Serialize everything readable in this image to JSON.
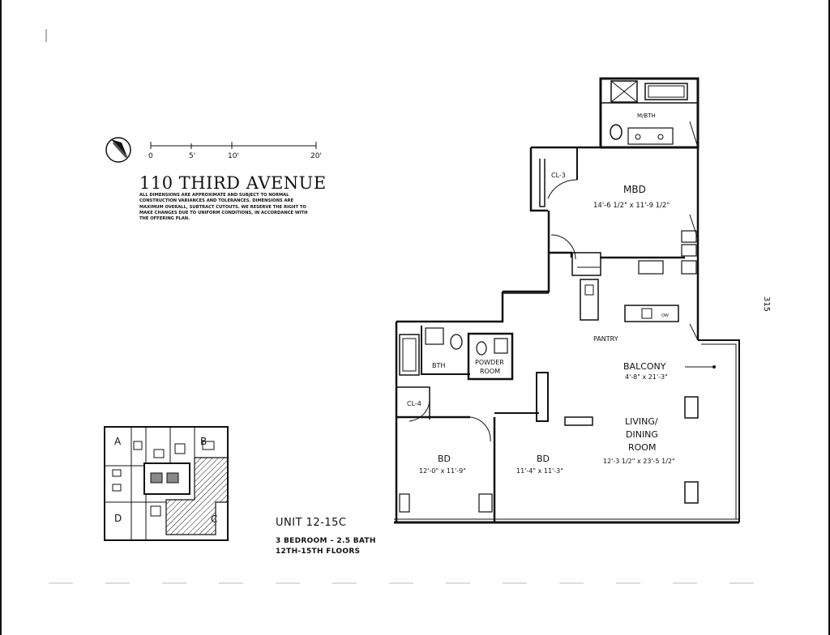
{
  "building": {
    "title": "110 THIRD AVENUE",
    "disclaimer": "ALL DIMENSIONS ARE APPROXIMATE AND SUBJECT TO NORMAL CONSTRUCTION VARIANCES AND TOLERANCES. DIMENSIONS ARE MAXIMUM OVERALL, SUBTRACT CUTOUTS. WE RESERVE THE RIGHT TO MAKE CHANGES DUE TO UNIFORM CONDITIONS, IN ACCORDANCE WITH THE OFFERING PLAN."
  },
  "scale": {
    "ticks": [
      "0",
      "5'",
      "10'",
      "20'"
    ]
  },
  "unit": {
    "name": "UNIT 12-15C",
    "bedrooms": "3 BEDROOM – 2.5 BATH",
    "floors": "12TH-15TH FLOORS"
  },
  "page_number": "315",
  "key_plan": {
    "labels": [
      "A",
      "B",
      "C",
      "D"
    ]
  },
  "rooms": {
    "mbath": {
      "name": "M/BTH"
    },
    "cl3": {
      "name": "CL-3"
    },
    "mbd": {
      "name": "MBD",
      "dim": "14'-6 1/2\" x 11'-9 1/2\""
    },
    "pantry": {
      "name": "PANTRY"
    },
    "bth": {
      "name": "BTH"
    },
    "powder": {
      "name1": "POWDER",
      "name2": "ROOM"
    },
    "cl4": {
      "name": "CL-4"
    },
    "balcony": {
      "name": "BALCONY",
      "dim": "4'-8\" x 21'-3\""
    },
    "living": {
      "name1": "LIVING/",
      "name2": "DINING",
      "name3": "ROOM",
      "dim": "12'-3 1/2\" x 23'-5 1/2\""
    },
    "bd1": {
      "name": "BD",
      "dim": "12'-0\" x 11'-9\""
    },
    "bd2": {
      "name": "BD",
      "dim": "11'-4\" x 11'-3\""
    },
    "ow": {
      "name": "OW"
    }
  }
}
